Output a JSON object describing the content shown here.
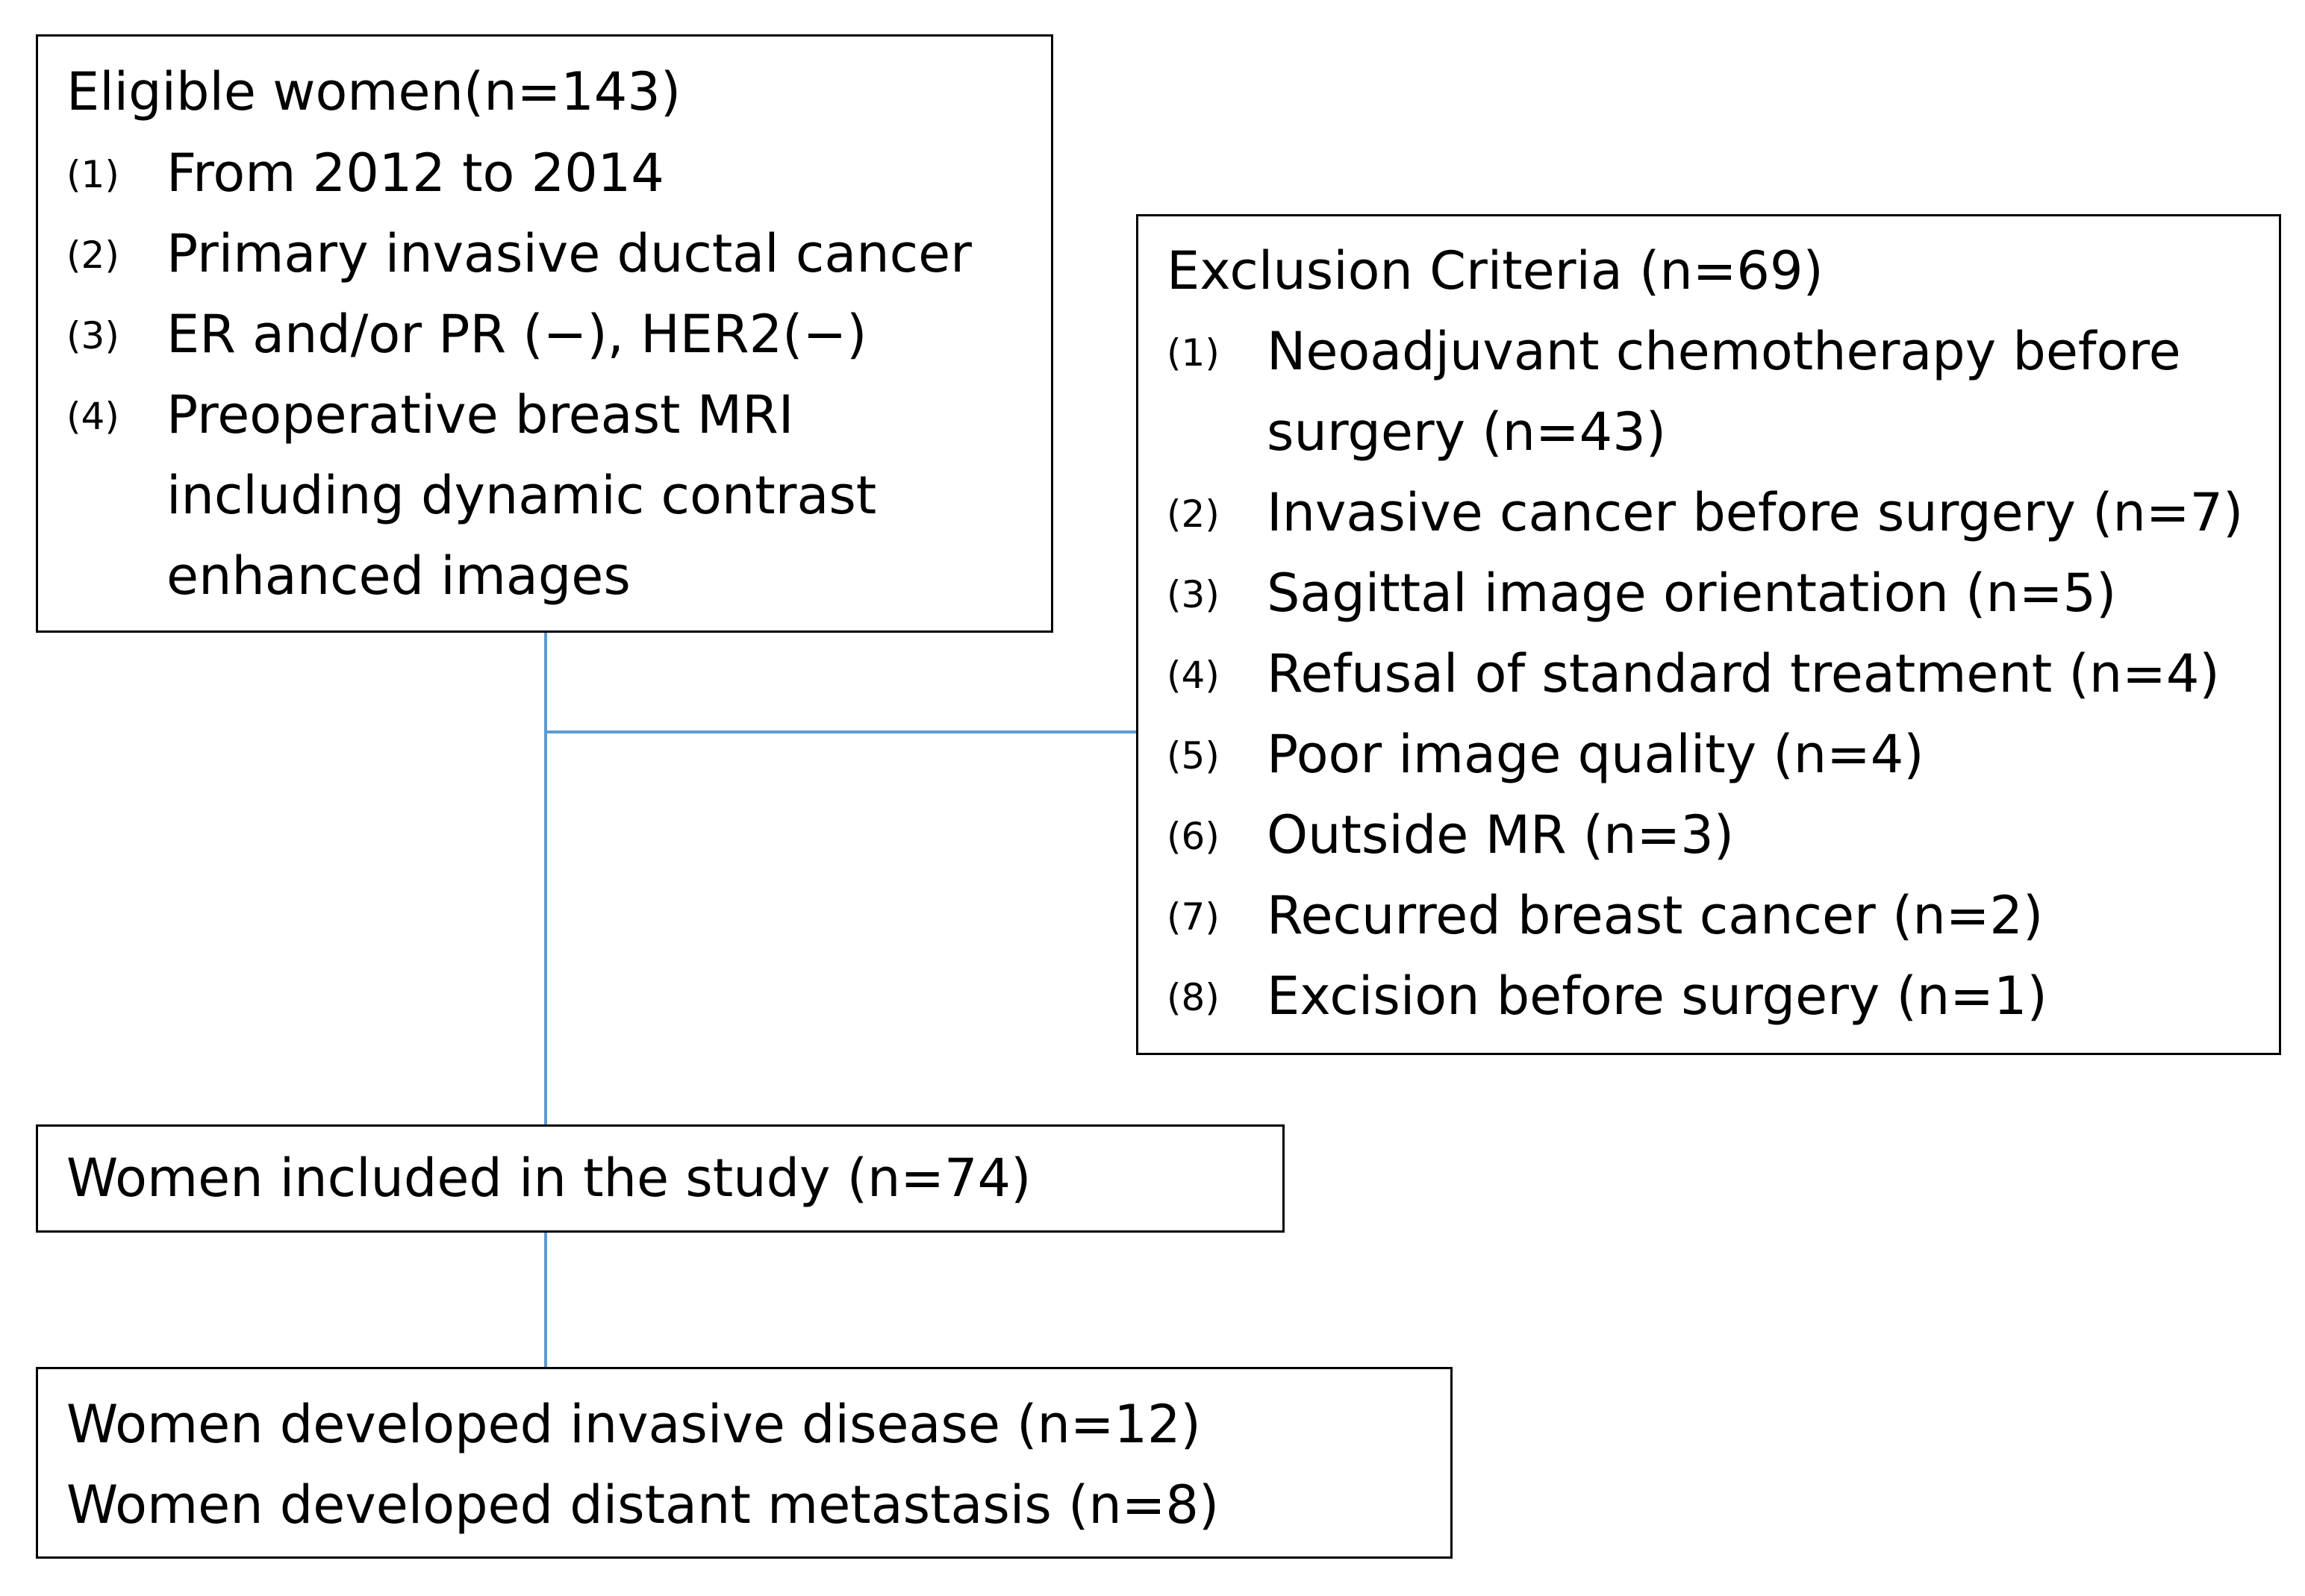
{
  "eligible": {
    "title": "Eligible women(n=143)",
    "items": [
      {
        "num": "(1)",
        "lines": [
          "From 2012 to 2014"
        ]
      },
      {
        "num": "(2)",
        "lines": [
          "Primary invasive ductal cancer"
        ]
      },
      {
        "num": "(3)",
        "lines": [
          "ER and/or PR (−), HER2(−)"
        ]
      },
      {
        "num": "(4)",
        "lines": [
          "Preoperative breast MRI",
          "including dynamic contrast",
          "enhanced images"
        ]
      }
    ]
  },
  "exclusion": {
    "title": "Exclusion Criteria (n=69)",
    "items": [
      {
        "num": "(1)",
        "lines": [
          "Neoadjuvant chemotherapy before",
          "surgery (n=43)"
        ]
      },
      {
        "num": "(2)",
        "lines": [
          "Invasive cancer before surgery (n=7)"
        ]
      },
      {
        "num": "(3)",
        "lines": [
          "Sagittal image orientation (n=5)"
        ]
      },
      {
        "num": "(4)",
        "lines": [
          "Refusal of standard treatment (n=4)"
        ]
      },
      {
        "num": "(5)",
        "lines": [
          "Poor image quality (n=4)"
        ]
      },
      {
        "num": "(6)",
        "lines": [
          "Outside MR (n=3)"
        ]
      },
      {
        "num": "(7)",
        "lines": [
          "Recurred breast cancer (n=2)"
        ]
      },
      {
        "num": "(8)",
        "lines": [
          "Excision before surgery (n=1)"
        ]
      }
    ]
  },
  "included": {
    "title": "Women included in the study (n=74)"
  },
  "outcome": {
    "lines": [
      "Women developed invasive disease (n=12)",
      "Women developed distant metastasis (n=8)"
    ]
  },
  "colors": {
    "connector": "#5b9bd5",
    "border": "#000000"
  }
}
